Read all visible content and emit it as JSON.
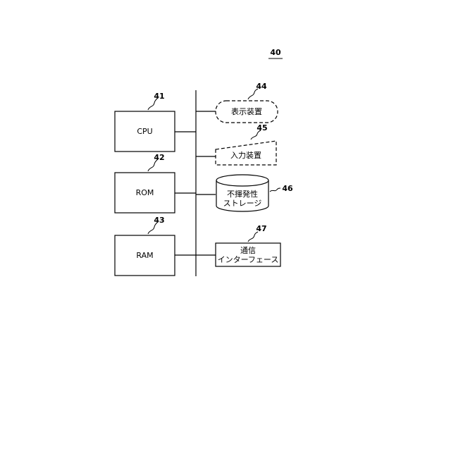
{
  "figure": {
    "ref": "40"
  },
  "blocks": {
    "cpu": {
      "ref": "41",
      "label": "CPU"
    },
    "rom": {
      "ref": "42",
      "label": "ROM"
    },
    "ram": {
      "ref": "43",
      "label": "RAM"
    },
    "display": {
      "ref": "44",
      "label": "表示装置"
    },
    "input": {
      "ref": "45",
      "label": "入力装置"
    },
    "storage": {
      "ref": "46",
      "label_line1": "不揮発性",
      "label_line2": "ストレージ"
    },
    "comm": {
      "ref": "47",
      "label_line1": "通信",
      "label_line2": "インターフェース"
    }
  }
}
